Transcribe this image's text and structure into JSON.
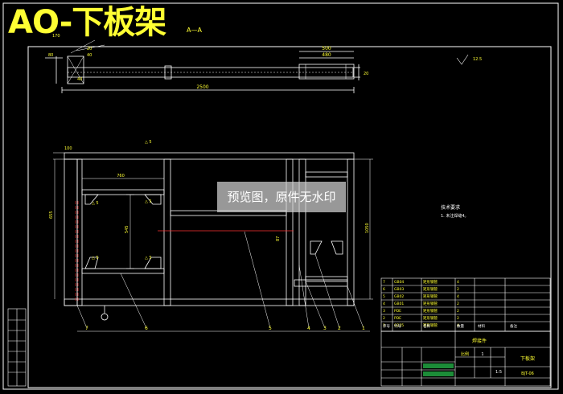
{
  "title": "AO-下板架",
  "title_sub": "A—A",
  "watermark": "预览图，原件无水印",
  "top_view": {
    "dims": {
      "overall": "2500",
      "right_outer": "500",
      "right_inner": "480",
      "end_height": "20",
      "left_w": "80",
      "left_a": "20",
      "left_b": "40",
      "left_h": "40",
      "left_top": "170"
    },
    "roughness": "12.5"
  },
  "front_view": {
    "dims": {
      "top_h": "100",
      "inner_w": "760",
      "height_mid": "545",
      "left_h": "655",
      "right_h": "1050",
      "small": "87"
    },
    "weld_labels": [
      "△ 5",
      "△ 5",
      "△ 5",
      "△ 5",
      "△ 5"
    ],
    "part_numbers": [
      "7",
      "6",
      "5",
      "4",
      "3",
      "2",
      "1"
    ]
  },
  "tech": {
    "heading": "技术要求",
    "line1": "1. 未注焊缝4。"
  },
  "bom": {
    "rows": [
      {
        "no": "7",
        "code": "GB04",
        "name": "矩形钢管",
        "qty": "4"
      },
      {
        "no": "6",
        "code": "GB03",
        "name": "矩形钢管",
        "qty": "2"
      },
      {
        "no": "5",
        "code": "GB02",
        "name": "矩形钢管",
        "qty": "4"
      },
      {
        "no": "4",
        "code": "GB01",
        "name": "矩形钢管",
        "qty": "2"
      },
      {
        "no": "3",
        "code": "PDE",
        "name": "矩形钢管",
        "qty": "2"
      },
      {
        "no": "2",
        "code": "PDE",
        "name": "矩形钢管",
        "qty": "2"
      },
      {
        "no": "1",
        "code": "Q235",
        "name": "矩形钢管",
        "qty": "4"
      }
    ],
    "header": {
      "no": "序号",
      "code": "代号",
      "name": "名称",
      "qty": "数量",
      "mat": "材料",
      "note": "备注"
    }
  },
  "title_block": {
    "material": "焊接件",
    "part_name": "下板架",
    "scale_label": "比例",
    "scale": "1:5",
    "sheet": "1",
    "drawing_no": "BJT-06"
  },
  "colors": {
    "line": "#ffffff",
    "yellow": "#ffff33",
    "red": "#ff3333",
    "cyan": "#33ffff",
    "green": "#33ff66"
  }
}
